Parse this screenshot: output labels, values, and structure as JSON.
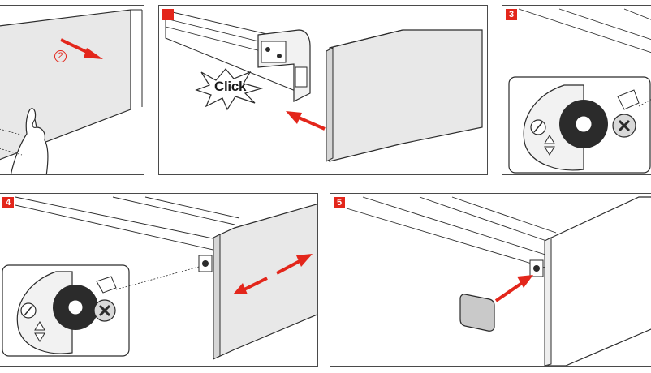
{
  "colors": {
    "accent": "#e3261b",
    "panel_fill": "#e8e8e8",
    "line": "#2b2b2b",
    "cap_fill": "#c9c9c9"
  },
  "steps": [
    {
      "badge": "",
      "callout": "2"
    },
    {
      "badge": "",
      "label": "Click"
    },
    {
      "badge": "3"
    },
    {
      "badge": "4"
    },
    {
      "badge": "5"
    }
  ]
}
